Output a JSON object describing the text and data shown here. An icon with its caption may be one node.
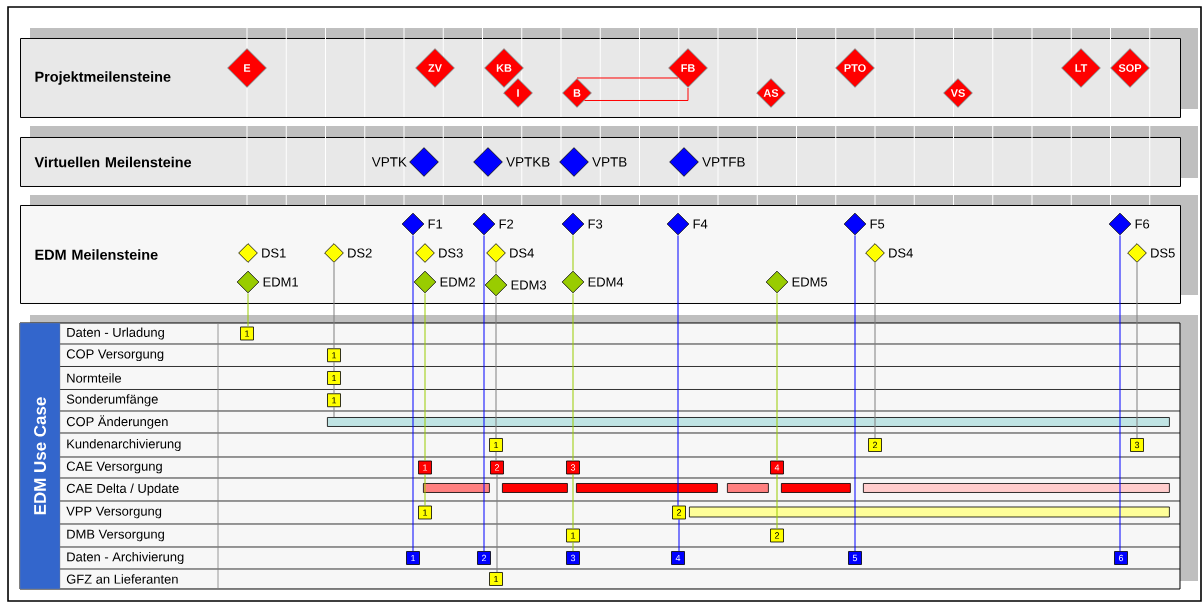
{
  "diagram": {
    "nodes": [
      {
        "text": [
          "Projektmeilensteine"
        ]
      },
      {
        "text": [
          "E"
        ],
        "in": 0
      },
      {
        "text": [
          "ZV"
        ],
        "in": 0
      },
      {
        "text": [
          "KB"
        ],
        "in": 0
      },
      {
        "text": [
          "I"
        ],
        "in": 0
      },
      {
        "text": [
          "B"
        ],
        "in": 0
      },
      {
        "text": [
          "FB"
        ],
        "in": 0
      },
      {
        "text": [
          "AS"
        ],
        "in": 0
      },
      {
        "text": [
          "PTO"
        ],
        "in": 0
      },
      {
        "text": [
          "VS"
        ],
        "in": 0
      },
      {
        "text": [
          "LT"
        ],
        "in": 0
      },
      {
        "text": [
          "SOP"
        ],
        "in": 0
      },
      {
        "text": [
          "Virtuellen Meilensteine"
        ]
      },
      {
        "text": [],
        "shape": "diamond",
        "beside": [
          "VPTK"
        ],
        "in": 12
      },
      {
        "text": [],
        "shape": "diamond",
        "beside": [
          "VPTKB"
        ],
        "in": 12
      },
      {
        "text": [],
        "shape": "diamond",
        "beside": [
          "VPTB"
        ],
        "in": 12
      },
      {
        "text": [],
        "shape": "diamond",
        "beside": [
          "VPTFB"
        ],
        "in": 12
      },
      {
        "text": [
          "EDM Meilensteine"
        ]
      },
      {
        "text": [],
        "shape": "diamond",
        "beside": [
          "F1"
        ],
        "in": 17
      },
      {
        "text": [],
        "shape": "diamond",
        "beside": [
          "F2"
        ],
        "in": 17
      },
      {
        "text": [],
        "shape": "diamond",
        "beside": [
          "F3"
        ],
        "in": 17
      },
      {
        "text": [],
        "shape": "diamond",
        "beside": [
          "F4"
        ],
        "in": 17
      },
      {
        "text": [],
        "shape": "diamond",
        "beside": [
          "F5"
        ],
        "in": 17
      },
      {
        "text": [],
        "shape": "diamond",
        "beside": [
          "F6"
        ],
        "in": 17
      },
      {
        "text": [],
        "shape": "diamond",
        "beside": [
          "DS1"
        ],
        "in": 17
      },
      {
        "text": [],
        "shape": "diamond",
        "beside": [
          "DS2"
        ],
        "in": 17
      },
      {
        "text": [],
        "shape": "diamond",
        "beside": [
          "DS3"
        ],
        "in": 17
      },
      {
        "text": [],
        "shape": "diamond",
        "beside": [
          "DS4"
        ],
        "in": 17
      },
      {
        "text": [],
        "shape": "diamond",
        "beside": [
          "DS4"
        ],
        "in": 17
      },
      {
        "text": [],
        "shape": "diamond",
        "beside": [
          "DS5"
        ],
        "in": 17
      },
      {
        "text": [],
        "shape": "diamond",
        "beside": [
          "EDM1"
        ],
        "in": 17
      },
      {
        "text": [],
        "shape": "diamond",
        "beside": [
          "EDM2"
        ],
        "in": 17
      },
      {
        "text": [],
        "shape": "diamond",
        "beside": [
          "EDM3"
        ],
        "in": 17
      },
      {
        "text": [],
        "shape": "diamond",
        "beside": [
          "EDM4"
        ],
        "in": 17
      },
      {
        "text": [],
        "shape": "diamond",
        "beside": [
          "EDM5"
        ],
        "in": 17
      },
      {
        "text": [
          "EDM Use Case"
        ]
      },
      {
        "text": [
          "1"
        ]
      },
      {
        "text": [
          "1"
        ]
      },
      {
        "text": [
          "1"
        ]
      },
      {
        "text": [
          "1"
        ]
      },
      {
        "text": [],
        "shape": "bar"
      },
      {
        "text": [
          "1"
        ]
      },
      {
        "text": [
          "2"
        ]
      },
      {
        "text": [
          "3"
        ]
      },
      {
        "text": [
          "1"
        ]
      },
      {
        "text": [
          "2"
        ]
      },
      {
        "text": [
          "3"
        ]
      },
      {
        "text": [
          "4"
        ]
      },
      {
        "text": [],
        "shape": "bar"
      },
      {
        "text": [],
        "shape": "bar"
      },
      {
        "text": [],
        "shape": "bar"
      },
      {
        "text": [],
        "shape": "bar"
      },
      {
        "text": [],
        "shape": "bar"
      },
      {
        "text": [],
        "shape": "bar"
      },
      {
        "text": [
          "1"
        ]
      },
      {
        "text": [
          "2"
        ]
      },
      {
        "text": [],
        "shape": "bar"
      },
      {
        "text": [
          "1"
        ]
      },
      {
        "text": [
          "2"
        ]
      },
      {
        "text": [
          "1"
        ]
      },
      {
        "text": [
          "2"
        ]
      },
      {
        "text": [
          "3"
        ]
      },
      {
        "text": [
          "4"
        ]
      },
      {
        "text": [
          "5"
        ]
      },
      {
        "text": [
          "6"
        ]
      },
      {
        "text": [
          "1"
        ]
      }
    ],
    "edges": [
      {
        "from": 5,
        "to": 6,
        "arrow": "none",
        "color": "#ff0000"
      },
      {
        "from": 30,
        "to": 36,
        "arrow": "none",
        "color": "#99cc00"
      },
      {
        "from": 25,
        "to": 37,
        "arrow": "none",
        "color": "#808080"
      },
      {
        "from": 37,
        "to": 38,
        "arrow": "none",
        "color": "#808080"
      },
      {
        "from": 38,
        "to": 39,
        "arrow": "none",
        "color": "#808080"
      },
      {
        "from": 39,
        "to": 40,
        "arrow": "none",
        "color": "#808080"
      },
      {
        "from": 18,
        "to": 59,
        "arrow": "none",
        "color": "#0000ff"
      },
      {
        "from": 31,
        "to": 44,
        "arrow": "none",
        "color": "#99cc00"
      },
      {
        "from": 44,
        "to": 54,
        "arrow": "none",
        "color": "#99cc00"
      },
      {
        "from": 19,
        "to": 60,
        "arrow": "none",
        "color": "#0000ff"
      },
      {
        "from": 27,
        "to": 32,
        "arrow": "none",
        "color": "#808080"
      },
      {
        "from": 32,
        "to": 41,
        "arrow": "none",
        "color": "#808080"
      },
      {
        "from": 41,
        "to": 45,
        "arrow": "none",
        "color": "#808080"
      },
      {
        "from": 45,
        "to": 65,
        "arrow": "none",
        "color": "#808080"
      },
      {
        "from": 20,
        "to": 33,
        "arrow": "none",
        "color": "#99cc00"
      },
      {
        "from": 33,
        "to": 46,
        "arrow": "none",
        "color": "#99cc00"
      },
      {
        "from": 46,
        "to": 57,
        "arrow": "none",
        "color": "#99cc00"
      },
      {
        "from": 57,
        "to": 61,
        "arrow": "none",
        "color": "#99cc00"
      },
      {
        "from": 21,
        "to": 55,
        "arrow": "none",
        "color": "#0000ff"
      },
      {
        "from": 55,
        "to": 62,
        "arrow": "none",
        "color": "#0000ff"
      },
      {
        "from": 34,
        "to": 47,
        "arrow": "none",
        "color": "#99cc00"
      },
      {
        "from": 47,
        "to": 58,
        "arrow": "none",
        "color": "#99cc00"
      },
      {
        "from": 22,
        "to": 63,
        "arrow": "none",
        "color": "#0000ff"
      },
      {
        "from": 28,
        "to": 42,
        "arrow": "none",
        "color": "#808080"
      },
      {
        "from": 23,
        "to": 64,
        "arrow": "none",
        "color": "#0000ff"
      },
      {
        "from": 29,
        "to": 43,
        "arrow": "none",
        "color": "#808080"
      }
    ],
    "labels": [
      "Daten - Urladung",
      "COP Versorgung",
      "Normteile",
      "Sonderumfänge",
      "COP Änderungen",
      "Kundenarchivierung",
      "CAE Versorgung",
      "CAE Delta / Update",
      "VPP Versorgung",
      "DMB Versorgung",
      "Daten - Archivierung",
      "GFZ an Lieferanten"
    ]
  }
}
